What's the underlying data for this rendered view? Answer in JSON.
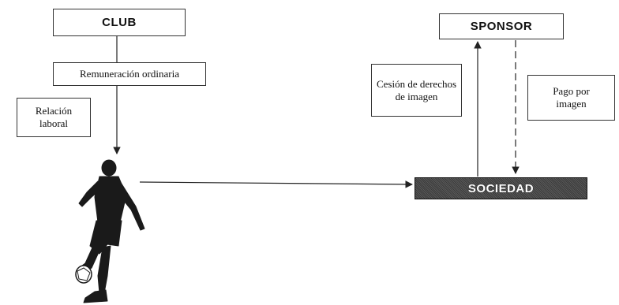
{
  "nodes": {
    "club": "CLUB",
    "remuneracion": "Remuneración ordinaria",
    "relacion": [
      "Relación",
      "laboral"
    ],
    "sponsor": "SPONSOR",
    "cesion": [
      "Cesión de derechos",
      "de imagen"
    ],
    "pago": [
      "Pago por",
      "imagen"
    ],
    "sociedad": "SOCIEDAD"
  },
  "colors": {
    "line": "#222222",
    "sociedad_fill": "#444444",
    "sociedad_text": "#ffffff",
    "player_fill": "#1a1a1a"
  },
  "icons": {
    "player": "football-player-icon"
  }
}
